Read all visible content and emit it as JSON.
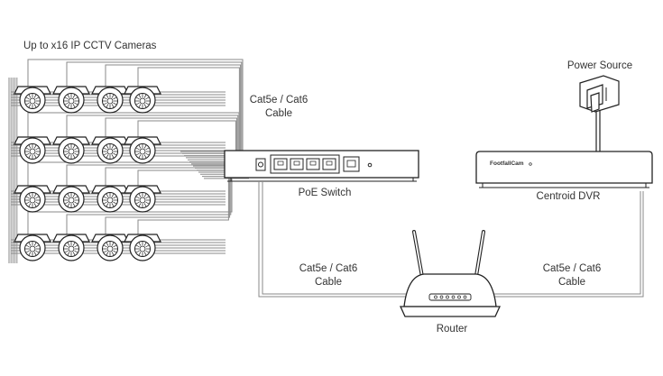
{
  "labels": {
    "cameras": "Up to x16 IP CCTV Cameras",
    "cable_top_line1": "Cat5e / Cat6",
    "cable_top_line2": "Cable",
    "poe_switch": "PoE Switch",
    "power_source": "Power Source",
    "dvr": "Centroid DVR",
    "dvr_brand": "FootfallCam",
    "cable_left_line1": "Cat5e / Cat6",
    "cable_left_line2": "Cable",
    "cable_right_line1": "Cat5e / Cat6",
    "cable_right_line2": "Cable",
    "router": "Router"
  },
  "diagram": {
    "camera_rows": 4,
    "camera_cols": 4,
    "switch_ports": 4,
    "line_color": "#8a8a8a",
    "stroke_color": "#222222"
  }
}
